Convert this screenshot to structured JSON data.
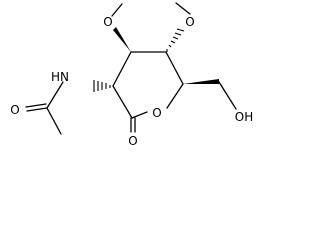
{
  "structure": {
    "atoms": {
      "nh": "HN",
      "o_acetyl": "O",
      "o_lactone_carbonyl": "O",
      "o_ring": "O",
      "o_methoxy_left": "O",
      "o_methoxy_right": "O",
      "oh": "OH"
    },
    "colors": {
      "bond": "#000000",
      "label": "#000000",
      "background": "#ffffff"
    }
  }
}
